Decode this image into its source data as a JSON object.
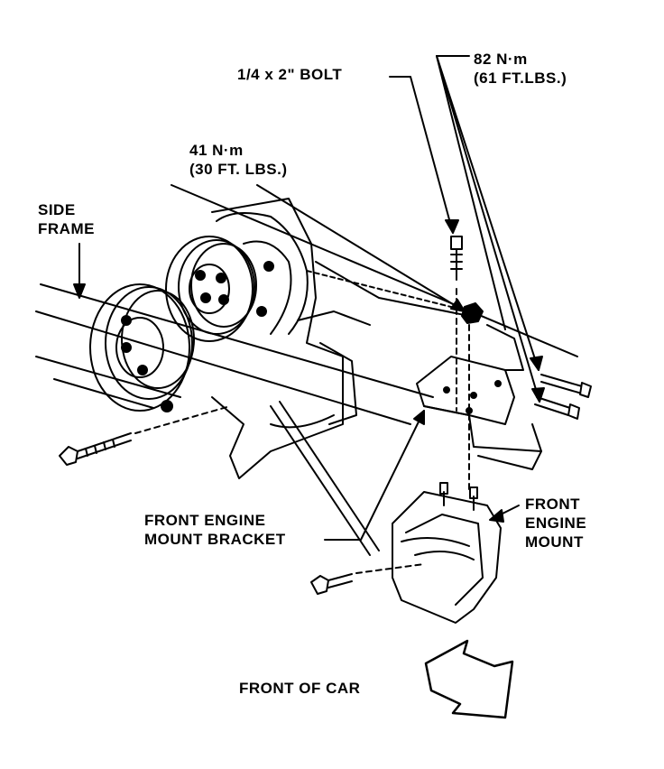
{
  "labels": {
    "bolt_size": "1/4 x 2\" BOLT",
    "torque_82_line1": "82 N·m",
    "torque_82_line2": "(61 FT.LBS.)",
    "torque_41_line1": "41 N·m",
    "torque_41_line2": "(30 FT. LBS.)",
    "side_frame_line1": "SIDE",
    "side_frame_line2": "FRAME",
    "bracket_line1": "FRONT ENGINE",
    "bracket_line2": "MOUNT BRACKET",
    "mount_line1": "FRONT",
    "mount_line2": "ENGINE",
    "mount_line3": "MOUNT",
    "front_of_car": "FRONT OF CAR"
  },
  "colors": {
    "ink": "#000000",
    "paper": "#ffffff"
  }
}
